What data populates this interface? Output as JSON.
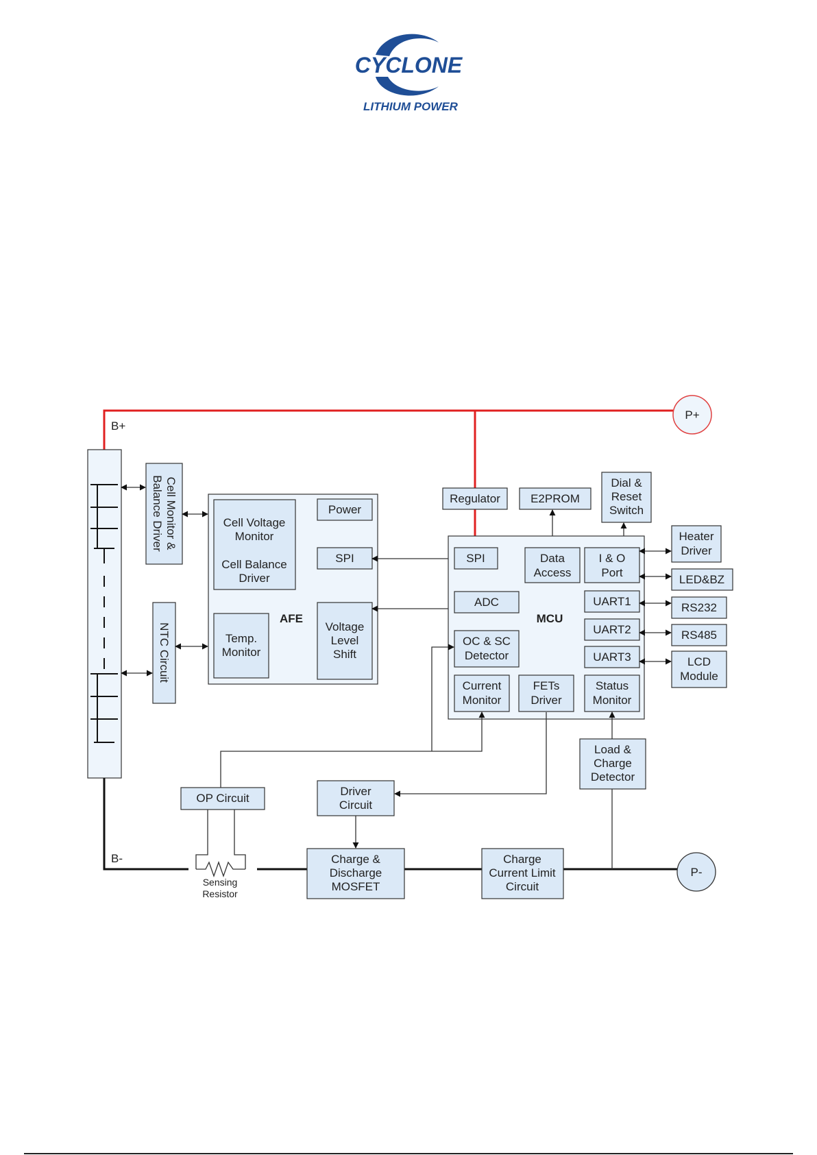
{
  "logo": {
    "brand": "CYCLONE",
    "sub": "LITHIUM POWER",
    "color": "#1f4e96"
  },
  "diagram": {
    "terminals": {
      "b_plus": "B+",
      "b_minus": "B-",
      "p_plus": "P+",
      "p_minus": "P-"
    },
    "cell_monitor": [
      "Cell Monitor &",
      "Balance Driver"
    ],
    "ntc": "NTC Circuit",
    "afe": {
      "title": "AFE",
      "cell_voltage": [
        "Cell Voltage",
        "Monitor"
      ],
      "cell_balance": [
        "Cell Balance",
        "Driver"
      ],
      "power": "Power",
      "spi": "SPI",
      "temp": [
        "Temp.",
        "Monitor"
      ],
      "voltage_shift": [
        "Voltage",
        "Level",
        "Shift"
      ]
    },
    "regulator": "Regulator",
    "e2prom": "E2PROM",
    "dial": [
      "Dial &",
      "Reset",
      "Switch"
    ],
    "mcu": {
      "title": "MCU",
      "spi": "SPI",
      "data_access": [
        "Data",
        "Access"
      ],
      "io_port": [
        "I & O",
        "Port"
      ],
      "adc": "ADC",
      "uart1": "UART1",
      "uart2": "UART2",
      "uart3": "UART3",
      "oc_sc": [
        "OC & SC",
        "Detector"
      ],
      "current_monitor": [
        "Current",
        "Monitor"
      ],
      "fets_driver": [
        "FETs",
        "Driver"
      ],
      "status_monitor": [
        "Status",
        "Monitor"
      ]
    },
    "heater": [
      "Heater",
      "Driver"
    ],
    "led": "LED&BZ",
    "rs232": "RS232",
    "rs485": "RS485",
    "lcd": [
      "LCD",
      "Module"
    ],
    "load_charge": [
      "Load &",
      "Charge",
      "Detector"
    ],
    "op_circuit": "OP Circuit",
    "driver_circuit": [
      "Driver",
      "Circuit"
    ],
    "sensing": [
      "Sensing",
      "Resistor"
    ],
    "mosfet": [
      "Charge &",
      "Discharge",
      "MOSFET"
    ],
    "charge_limit": [
      "Charge",
      "Current Limit",
      "Circuit"
    ],
    "colors": {
      "power_line": "#e02020",
      "box_fill": "#dbe9f7",
      "container_fill": "#eef5fc"
    }
  }
}
